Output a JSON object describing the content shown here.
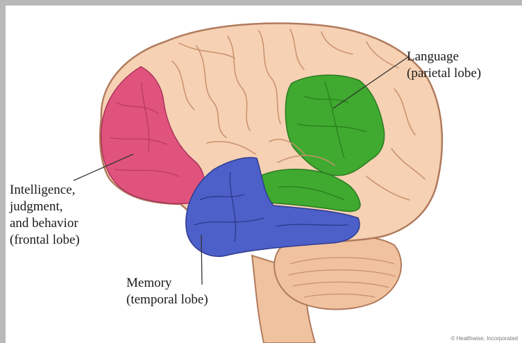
{
  "labels": {
    "language": {
      "line1": "Language",
      "line2": "(parietal lobe)"
    },
    "frontal": {
      "line1": "Intelligence,",
      "line2": "judgment,",
      "line3": "and behavior",
      "line4": "(frontal lobe)"
    },
    "memory": {
      "line1": "Memory",
      "line2": "(temporal lobe)"
    }
  },
  "credit": "© Healthwise, Incorporated",
  "colors": {
    "brain": "#f6d1b3",
    "brain_outline": "#b07a5c",
    "frontal": "#e0537d",
    "parietal": "#3faa2f",
    "temporal": "#4d5fc9",
    "cerebellum": "#f1c2a0",
    "brainstem": "#efc39f"
  }
}
